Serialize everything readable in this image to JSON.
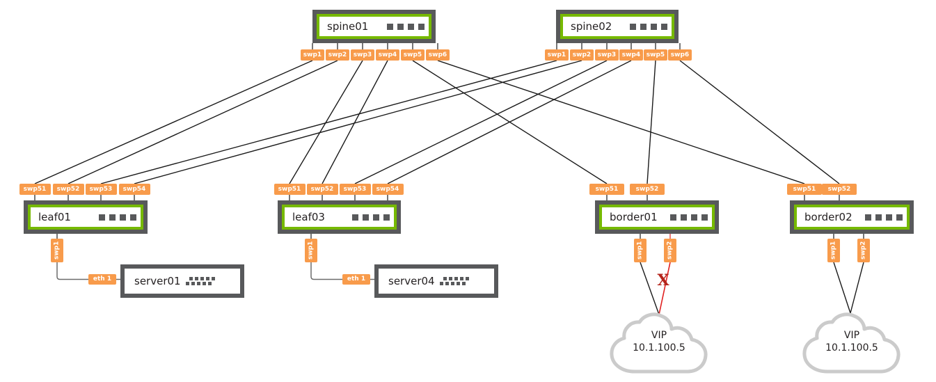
{
  "nodes": {
    "spine01": {
      "label": "spine01",
      "type": "switch",
      "top_ports": [
        "swp1",
        "swp2",
        "swp3",
        "swp4",
        "swp5",
        "swp6"
      ]
    },
    "spine02": {
      "label": "spine02",
      "type": "switch",
      "top_ports": [
        "swp1",
        "swp2",
        "swp3",
        "swp4",
        "swp5",
        "swp6"
      ]
    },
    "leaf01": {
      "label": "leaf01",
      "type": "switch",
      "top_ports": [
        "swp51",
        "swp52",
        "swp53",
        "swp54"
      ],
      "bottom_ports": [
        "swp1"
      ]
    },
    "leaf03": {
      "label": "leaf03",
      "type": "switch",
      "top_ports": [
        "swp51",
        "swp52",
        "swp53",
        "swp54"
      ],
      "bottom_ports": [
        "swp1"
      ]
    },
    "border01": {
      "label": "border01",
      "type": "switch",
      "top_ports": [
        "swp51",
        "swp52"
      ],
      "bottom_ports": [
        "swp1",
        "swp2"
      ]
    },
    "border02": {
      "label": "border02",
      "type": "switch",
      "top_ports": [
        "swp51",
        "swp52"
      ],
      "bottom_ports": [
        "swp1",
        "swp2"
      ]
    },
    "server01": {
      "label": "server01",
      "type": "server",
      "ports": [
        "eth 1"
      ]
    },
    "server04": {
      "label": "server04",
      "type": "server",
      "ports": [
        "eth 1"
      ]
    },
    "vip1": {
      "label": "VIP",
      "ip": "10.1.100.5",
      "type": "cloud"
    },
    "vip2": {
      "label": "VIP",
      "ip": "10.1.100.5",
      "type": "cloud"
    }
  },
  "links": [
    {
      "from": "spine01.swp1",
      "to": "leaf01.swp51"
    },
    {
      "from": "spine01.swp2",
      "to": "leaf01.swp52"
    },
    {
      "from": "spine01.swp3",
      "to": "leaf03.swp51"
    },
    {
      "from": "spine01.swp4",
      "to": "leaf03.swp52"
    },
    {
      "from": "spine01.swp5",
      "to": "border01.swp51"
    },
    {
      "from": "spine01.swp6",
      "to": "border02.swp51"
    },
    {
      "from": "spine02.swp1",
      "to": "leaf01.swp53"
    },
    {
      "from": "spine02.swp2",
      "to": "leaf01.swp54"
    },
    {
      "from": "spine02.swp3",
      "to": "leaf03.swp53"
    },
    {
      "from": "spine02.swp4",
      "to": "leaf03.swp54"
    },
    {
      "from": "spine02.swp5",
      "to": "border01.swp52"
    },
    {
      "from": "spine02.swp6",
      "to": "border02.swp52"
    },
    {
      "from": "leaf01.swp1",
      "to": "server01.eth1"
    },
    {
      "from": "leaf03.swp1",
      "to": "server04.eth1"
    },
    {
      "from": "border01.swp1",
      "to": "vip1"
    },
    {
      "from": "border01.swp2",
      "to": "vip1",
      "failed": true
    },
    {
      "from": "border02.swp1",
      "to": "vip2"
    },
    {
      "from": "border02.swp2",
      "to": "vip2"
    }
  ],
  "failure": {
    "marker": "X"
  },
  "colors": {
    "port_orange": "#F89B4B",
    "switch_green": "#76B900",
    "frame_gray": "#58595B",
    "line_black": "#1A1A1A",
    "connector_gray": "#6B6B6B",
    "fail_red": "#E01F1F",
    "x_red": "#B5251C",
    "cloud_gray": "#CBCBCB"
  }
}
